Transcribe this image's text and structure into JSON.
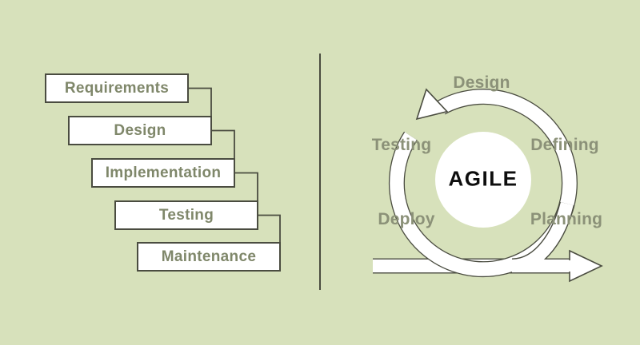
{
  "colors": {
    "bg": "#d7e1bb",
    "line": "#4a4c40",
    "box-text": "#7f876a",
    "phase-text": "#8b9178",
    "agile-text": "#0e0e0e",
    "white": "#ffffff"
  },
  "waterfall": {
    "steps": [
      "Requirements",
      "Design",
      "Implementation",
      "Testing",
      "Maintenance"
    ]
  },
  "agile": {
    "center_label": "AGILE",
    "phases": {
      "top": "Design",
      "right_upper": "Defining",
      "right_lower": "Planning",
      "left_upper": "Testing",
      "left_lower": "Deploy"
    }
  }
}
